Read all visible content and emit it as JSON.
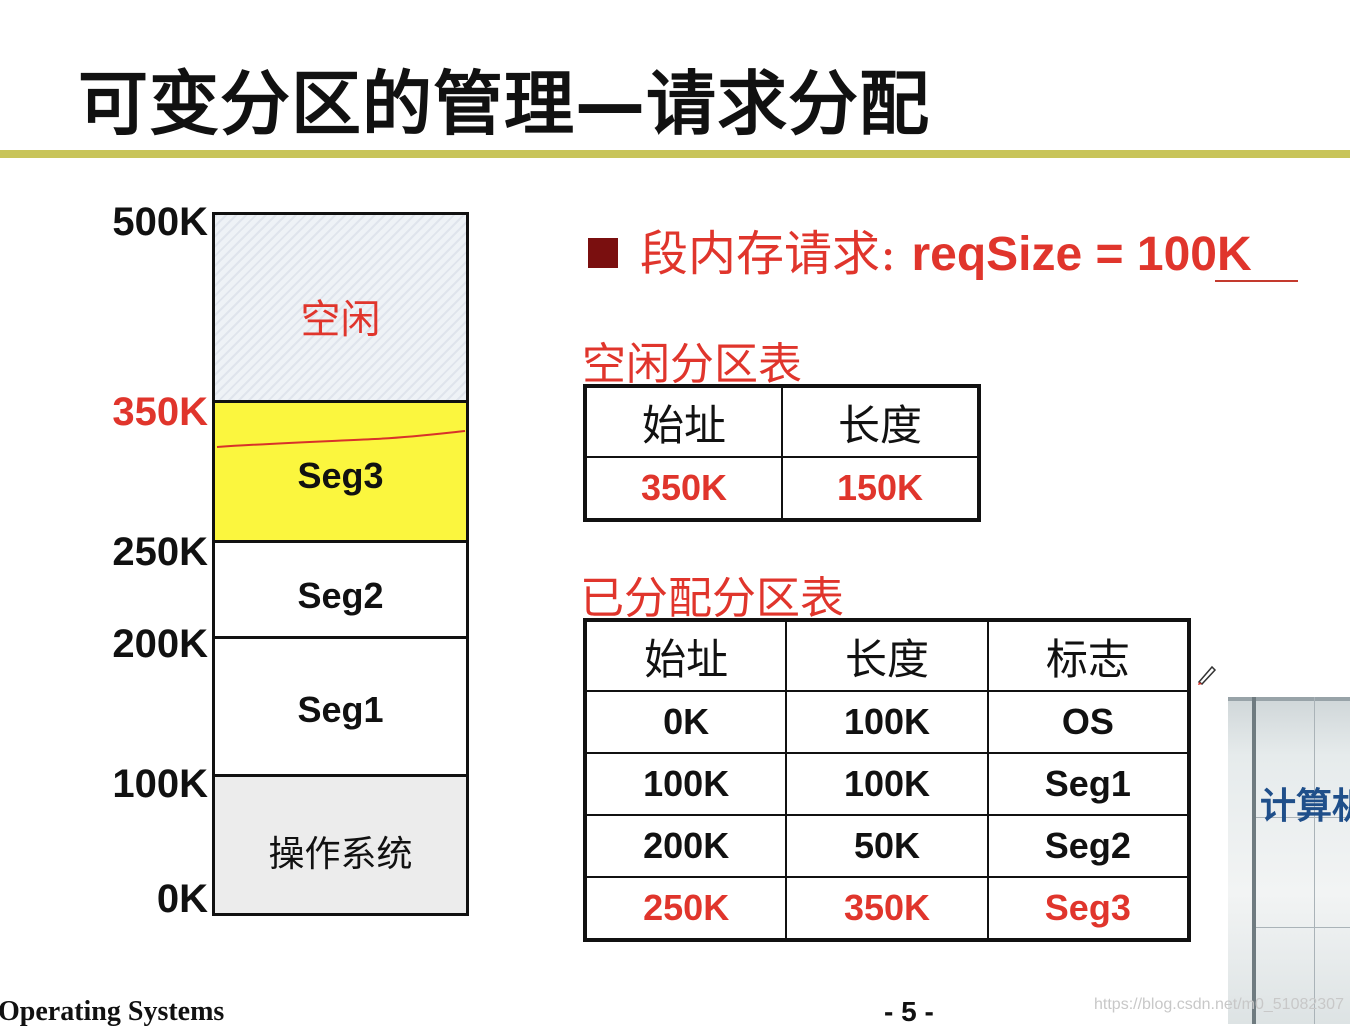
{
  "title": "可变分区的管理—请求分配",
  "memory_diagram": {
    "addresses": [
      {
        "label": "500K",
        "highlight": false
      },
      {
        "label": "350K",
        "highlight": true
      },
      {
        "label": "250K",
        "highlight": false
      },
      {
        "label": "200K",
        "highlight": false
      },
      {
        "label": "100K",
        "highlight": false
      },
      {
        "label": "0K",
        "highlight": false
      }
    ],
    "blocks": {
      "free": "空闲",
      "seg3": "Seg3",
      "seg2": "Seg2",
      "seg1": "Seg1",
      "os": "操作系统"
    },
    "colors": {
      "seg3": "#fbf63e",
      "free": "#eef2f6",
      "os": "#ececec"
    }
  },
  "request": {
    "text": "段内存请求: ",
    "formula": "reqSize = 100K"
  },
  "free_table": {
    "caption": "空闲分区表",
    "headers": [
      "始址",
      "长度"
    ],
    "rows": [
      [
        "350K",
        "150K"
      ]
    ]
  },
  "alloc_table": {
    "caption": "已分配分区表",
    "headers": [
      "始址",
      "长度",
      "标志"
    ],
    "rows": [
      [
        "0K",
        "100K",
        "OS"
      ],
      [
        "100K",
        "100K",
        "Seg1"
      ],
      [
        "200K",
        "50K",
        "Seg2"
      ],
      [
        "250K",
        "350K",
        "Seg3"
      ]
    ]
  },
  "footer": {
    "left": "Operating Systems",
    "page": "- 5 -",
    "watermark": "https://blog.csdn.net/m0_51082307"
  },
  "video_overlay": {
    "text": "计算机"
  },
  "accent_colors": {
    "red": "#e0352c",
    "rule": "#c8c45a"
  }
}
